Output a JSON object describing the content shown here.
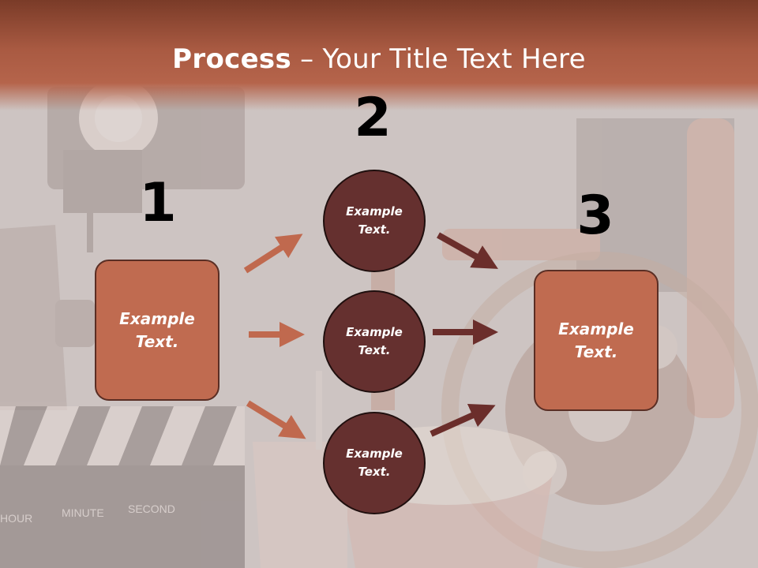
{
  "slide": {
    "title_bold": "Process",
    "title_rest": " – Your Title Text Here"
  },
  "steps": [
    {
      "number": "1",
      "text": "Example\nText."
    },
    {
      "number": "2",
      "text": ""
    },
    {
      "number": "3",
      "text": "Example\nText."
    }
  ],
  "circles": [
    {
      "text": "Example\nText."
    },
    {
      "text": "Example\nText."
    },
    {
      "text": "Example\nText."
    }
  ],
  "colors": {
    "header": "#a95a42",
    "box_fill": "#c06b50",
    "circle_fill": "#65302f",
    "arrow_light": "#c0694e",
    "arrow_dark": "#6b2e2b"
  }
}
